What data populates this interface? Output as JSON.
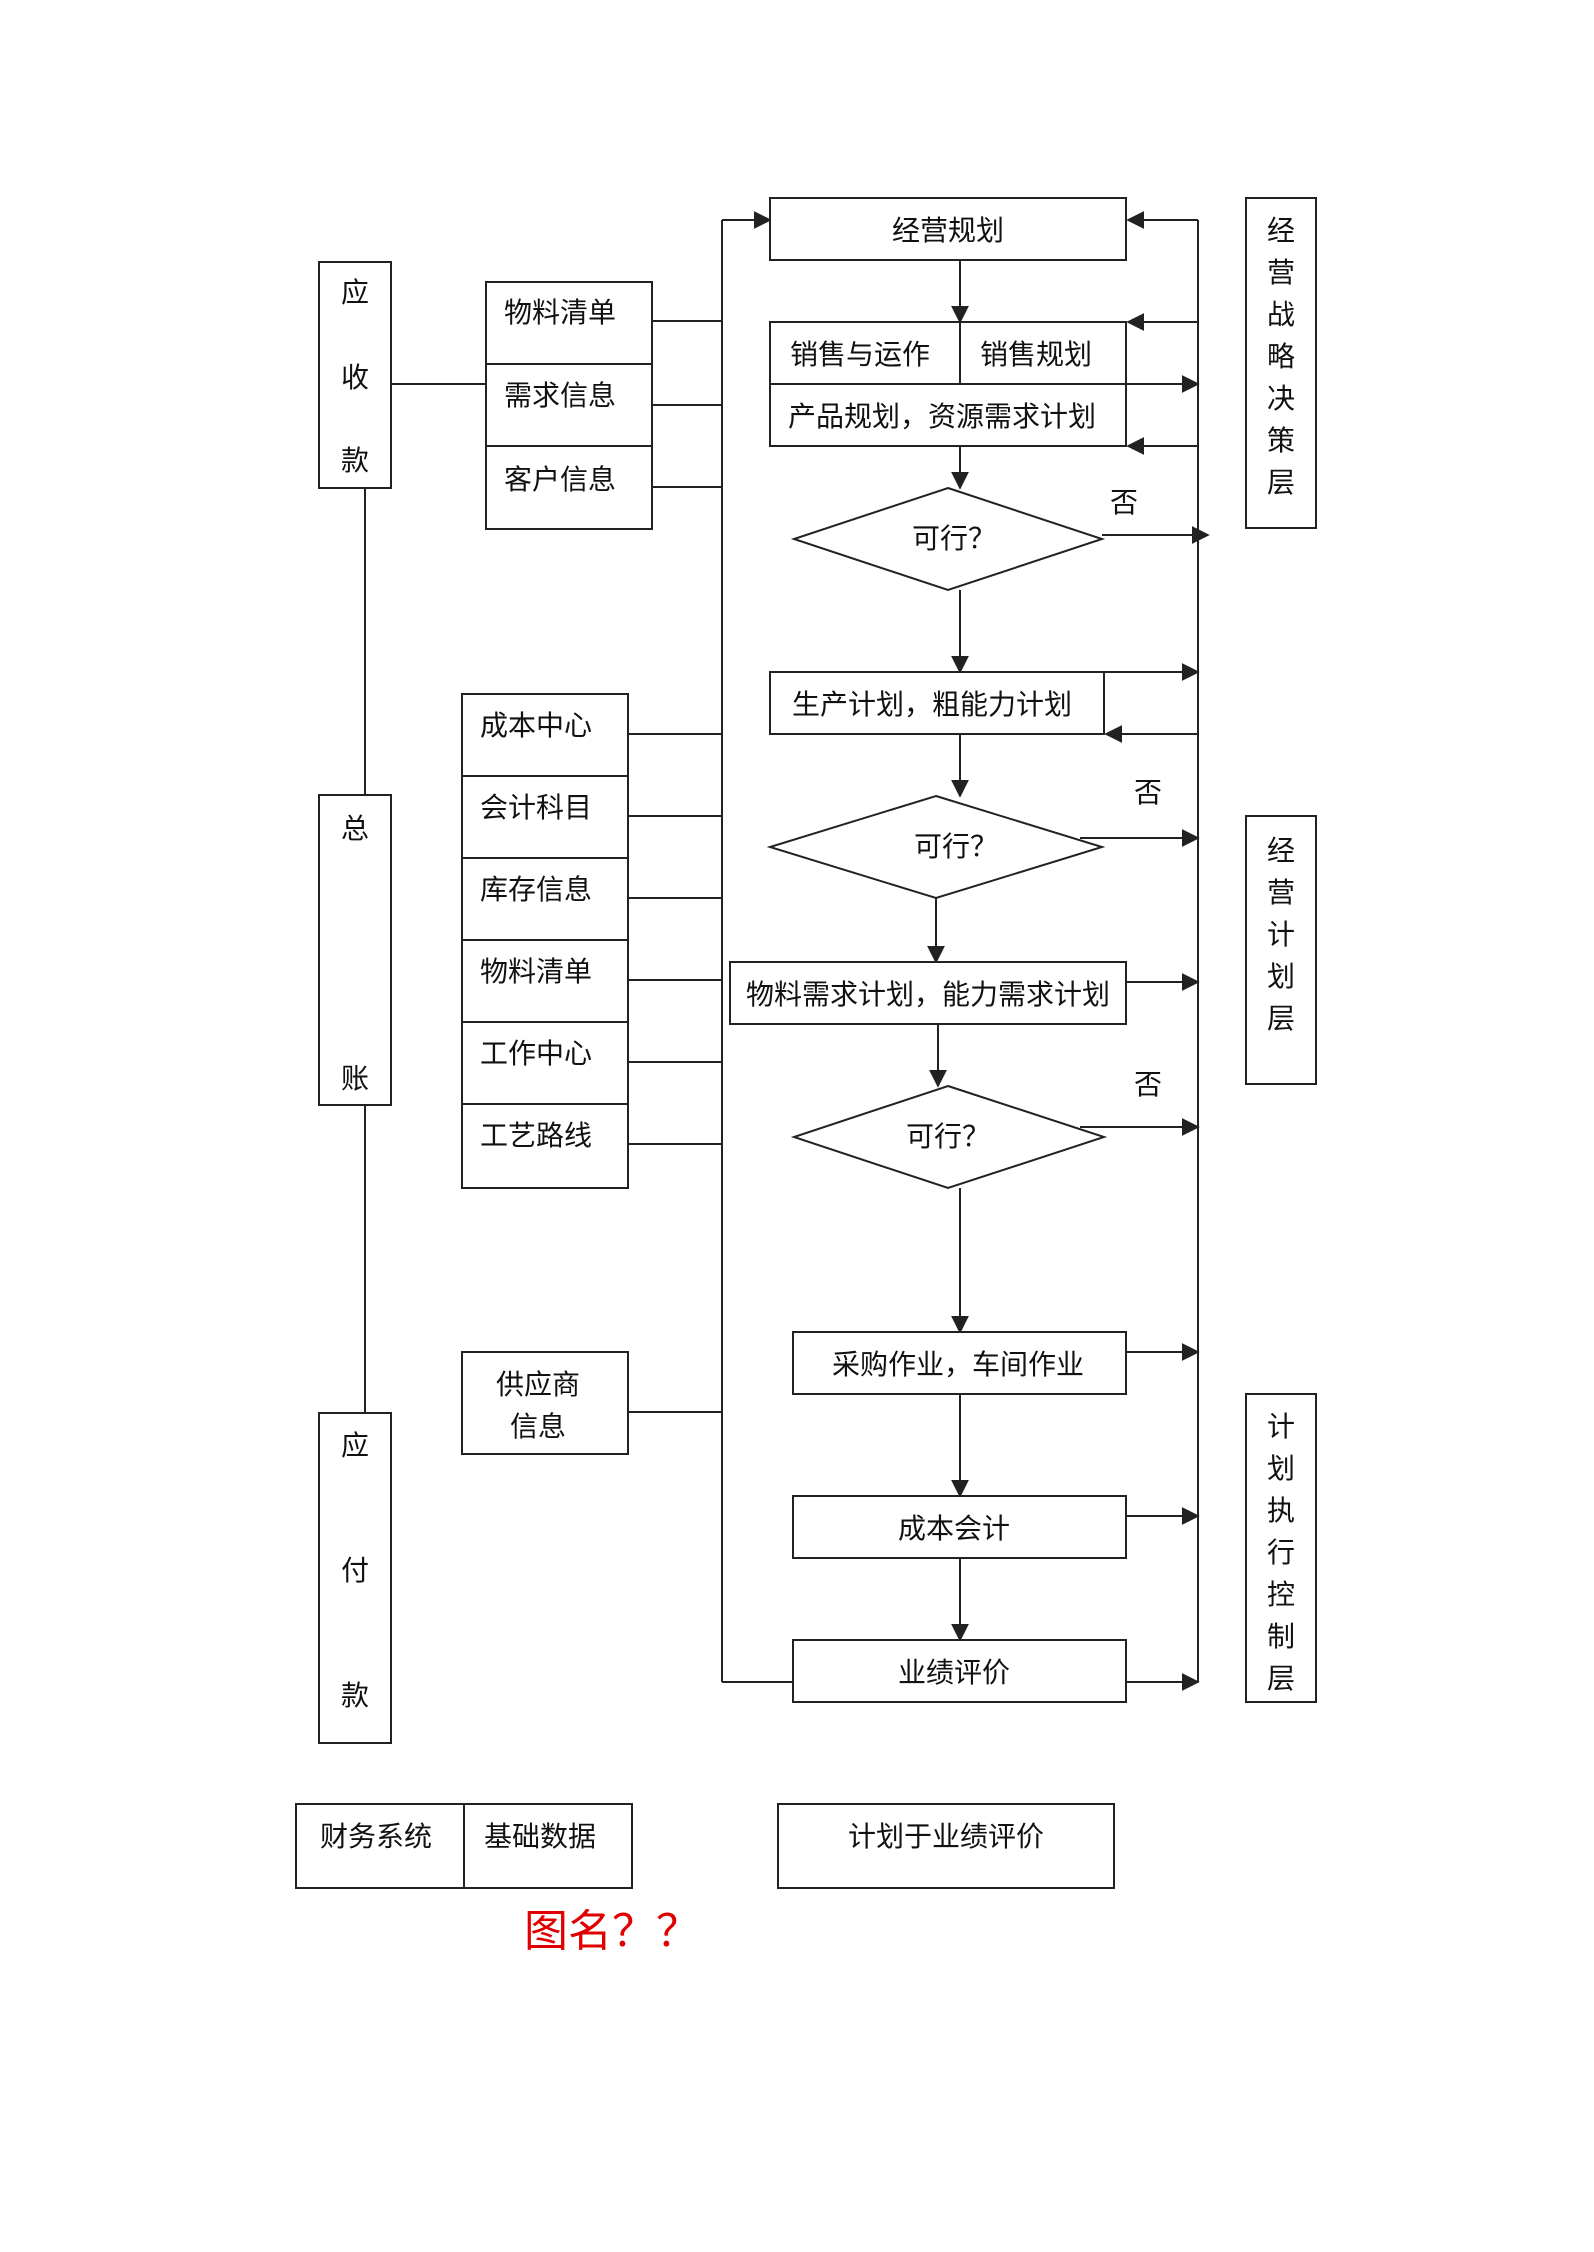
{
  "left_columns": {
    "receivable": [
      "应",
      "收",
      "款"
    ],
    "ledger": [
      "总",
      "账"
    ],
    "payable": [
      "应",
      "付",
      "款"
    ]
  },
  "data_group_1": [
    "物料清单",
    "需求信息",
    "客户信息"
  ],
  "data_group_2": [
    "成本中心",
    "会计科目",
    "库存信息",
    "物料清单",
    "工作中心",
    "工艺路线"
  ],
  "supplier": [
    "供应商",
    "信息"
  ],
  "flow": {
    "business_planning": "经营规划",
    "sales_operations": "销售与运作",
    "sales_planning": "销售规划",
    "product_resource_planning": "产品规划，资源需求计划",
    "feasible": "可行？",
    "no": "否",
    "production_planning": "生产计划，粗能力计划",
    "mrp_crp": "物料需求计划，能力需求计划",
    "purchase_shop": "采购作业，车间作业",
    "cost_accounting": "成本会计",
    "performance_eval": "业绩评价"
  },
  "layers": {
    "strategy": [
      "经",
      "营",
      "战",
      "略",
      "决",
      "策",
      "层"
    ],
    "planning": [
      "经",
      "营",
      "计",
      "划",
      "层"
    ],
    "execution": [
      "计",
      "划",
      "执",
      "行",
      "控",
      "制",
      "层"
    ]
  },
  "legend": {
    "finance": "财务系统",
    "base_data": "基础数据",
    "plan_eval": "计划于业绩评价"
  },
  "caption": "图名？？"
}
